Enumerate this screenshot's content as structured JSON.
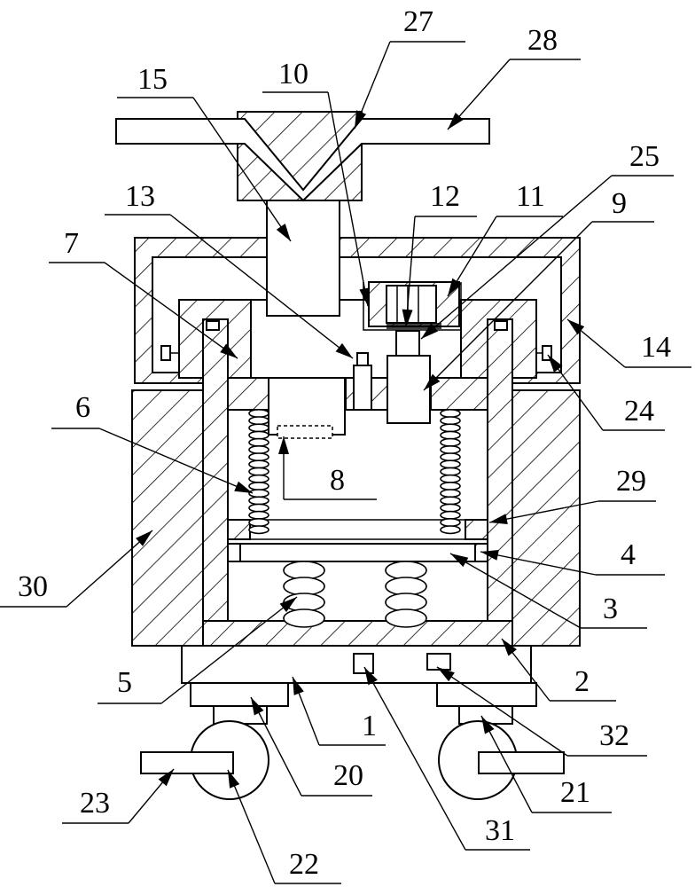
{
  "labels": {
    "p1": "1",
    "p2": "2",
    "p3": "3",
    "p4": "4",
    "p5": "5",
    "p6": "6",
    "p7": "7",
    "p8": "8",
    "p9": "9",
    "p10": "10",
    "p11": "11",
    "p12": "12",
    "p13": "13",
    "p14": "14",
    "p15": "15",
    "p20": "20",
    "p21": "21",
    "p22": "22",
    "p23": "23",
    "p24": "24",
    "p25": "25",
    "p27": "27",
    "p28": "28",
    "p29": "29",
    "p30": "30",
    "p31": "31",
    "p32": "32"
  }
}
